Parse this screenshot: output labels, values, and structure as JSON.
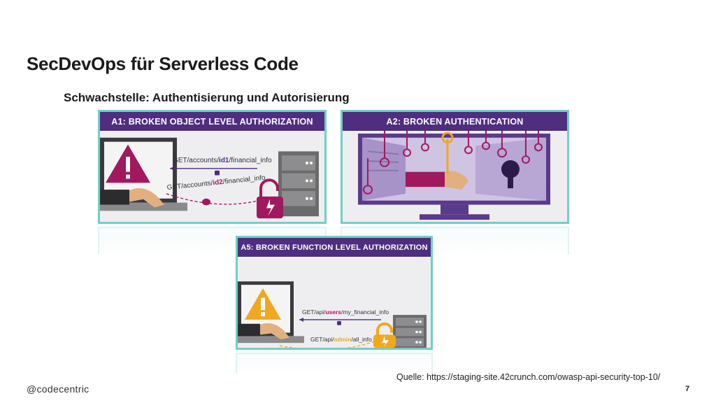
{
  "slide": {
    "title": "SecDevOps für Serverless Code",
    "subtitle": "Schwachstelle: Authentisierung und Autorisierung",
    "source": "Quelle: https://staging-site.42crunch.com/owasp-api-security-top-10/",
    "brand": "@codecentric",
    "page_number": "7"
  },
  "cards": {
    "a1": {
      "header": "A1: BROKEN OBJECT LEVEL AUTHORIZATION",
      "request1_prefix": "GET/accounts/",
      "request1_id": "id1",
      "request1_suffix": "/financial_info",
      "request2_prefix": "GET/accounts/",
      "request2_id": "id2",
      "request2_suffix": "/financial_info"
    },
    "a2": {
      "header": "A2: BROKEN AUTHENTICATION"
    },
    "a5": {
      "header": "A5: BROKEN FUNCTION LEVEL AUTHORIZATION",
      "request1_prefix": "GET/api/",
      "request1_role": "users",
      "request1_suffix": "/my_financial_info",
      "request2_prefix": "GET/api/",
      "request2_role": "admin",
      "request2_suffix": "/all_info"
    }
  },
  "colors": {
    "header_purple": "#4f2d7f",
    "card_border": "#6fcfc8",
    "accent_magenta": "#a0195e",
    "accent_orange": "#f0a81e",
    "server_grey": "#6b6b6b"
  }
}
